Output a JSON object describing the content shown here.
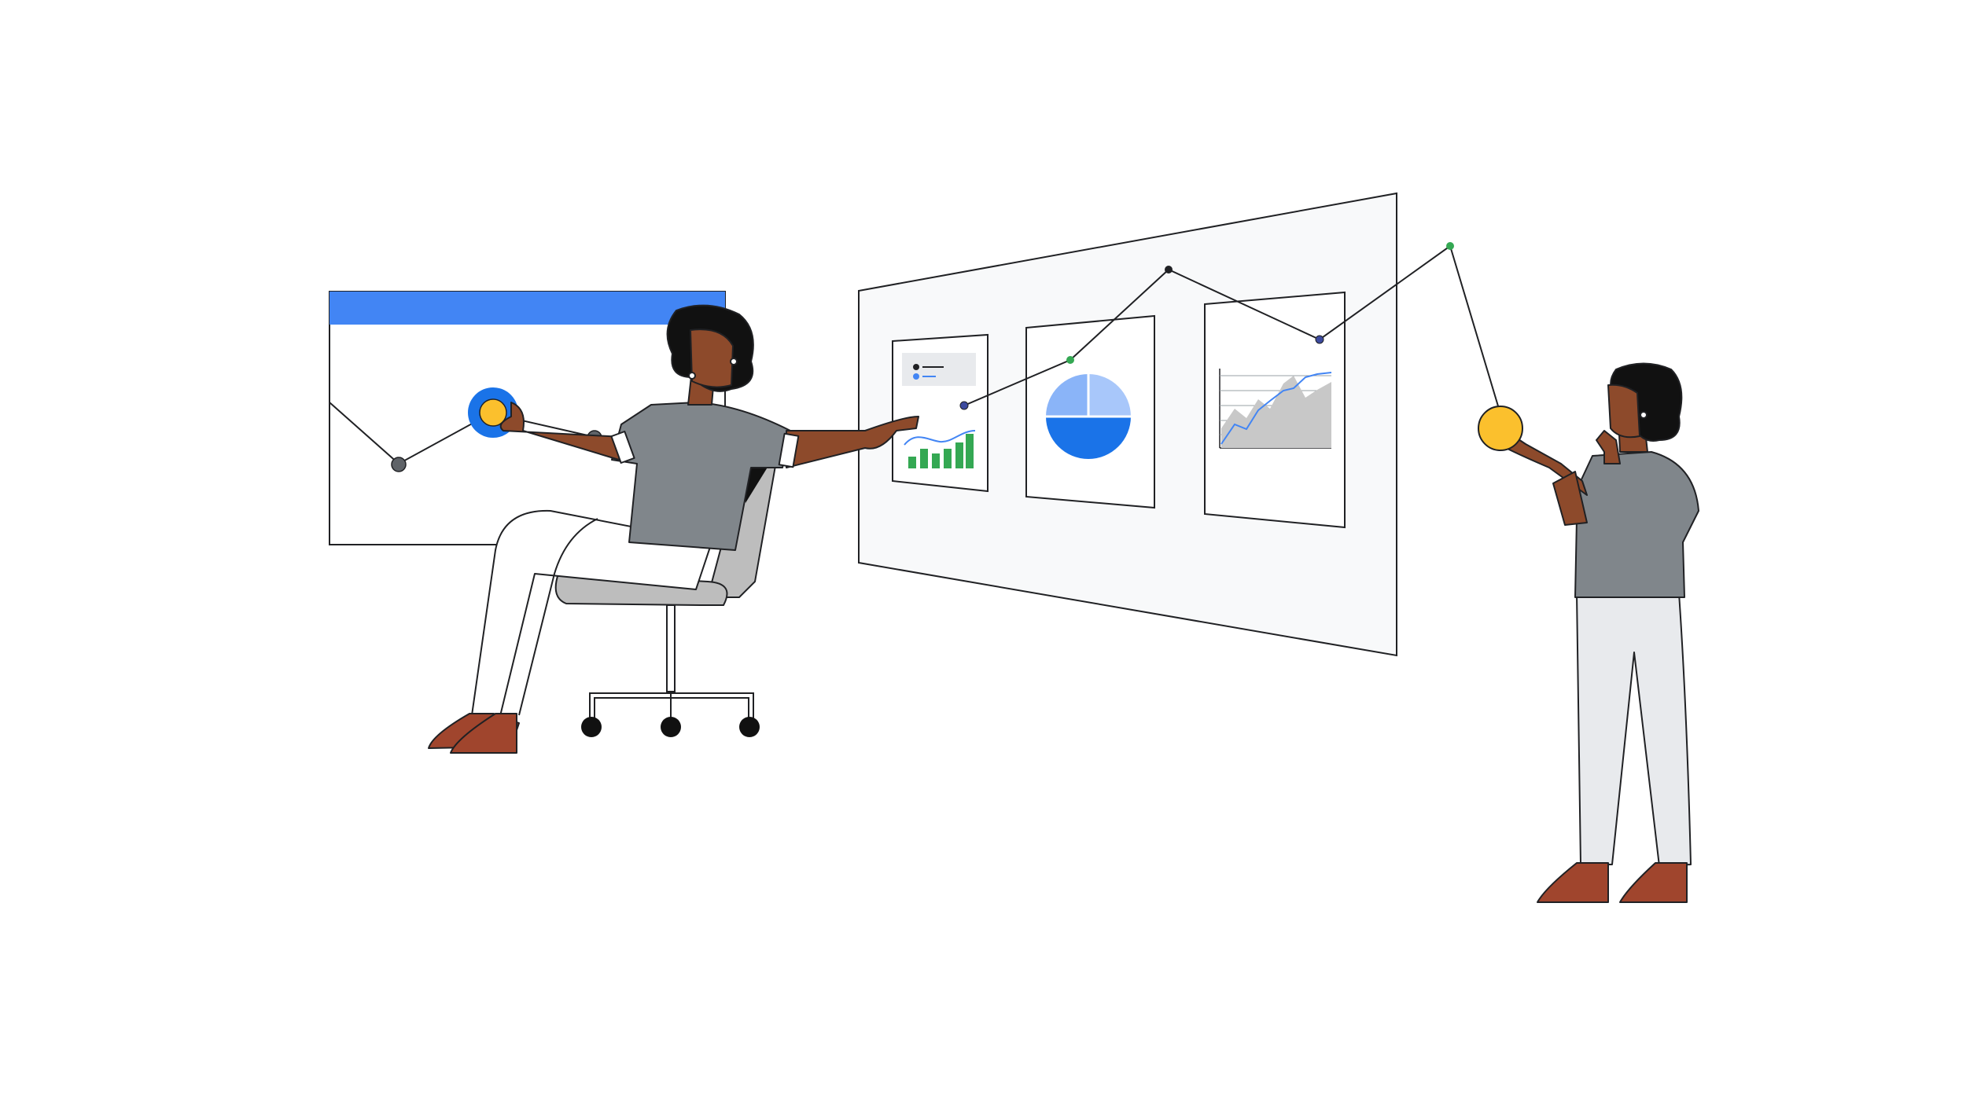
{
  "palette": {
    "background": "#ffffff",
    "outline": "#202124",
    "window_header": "#4285f4",
    "screen_fill": "#f8f9fa",
    "panel_fill": "#ffffff",
    "skin": "#8d4a2b",
    "hair": "#111111",
    "shirt": "#80868b",
    "pants_seated": "#ffffff",
    "pants_standing": "#e8eaed",
    "shoes": "#a0452d",
    "chair_seat": "#bdbdbd",
    "chair_back": "#dadce0",
    "chart_green": "#34a853",
    "chart_blue": "#4285f4",
    "chart_dark_blue": "#1a73e8",
    "chart_light_blue": "#a8c7fa",
    "chart_gray": "#c8c8c8",
    "node_yellow": "#fbc02d",
    "node_blue_ring": "#1a73e8",
    "node_gray": "#5f6368",
    "node_green": "#34a853",
    "node_dark": "#202124"
  },
  "icons": [
    "browser-window-icon",
    "bar-chart-icon",
    "pie-chart-icon",
    "area-chart-icon",
    "legend-list-icon",
    "data-node-icon"
  ],
  "figures": {
    "seated_person": "seated-analyst",
    "standing_person": "standing-analyst",
    "chair": "office-chair"
  }
}
